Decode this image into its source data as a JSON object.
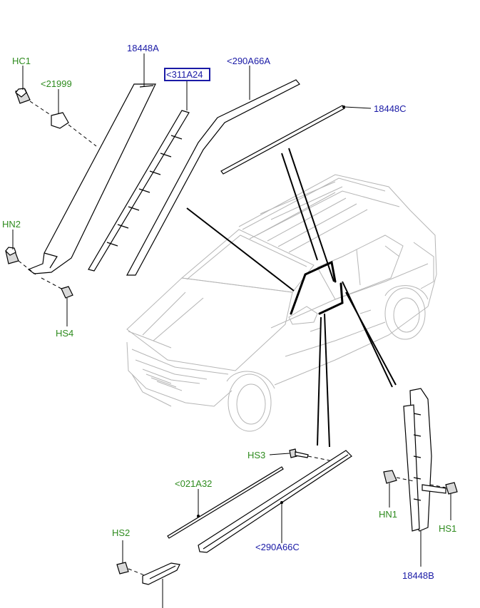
{
  "labels": {
    "hc1": "HC1",
    "c21999": "<21999",
    "p18448a": "18448A",
    "p311a24": "<311A24",
    "p290a66a": "<290A66A",
    "p18448c": "18448C",
    "hn2": "HN2",
    "hs4": "HS4",
    "hs3": "HS3",
    "p021a32": "<021A32",
    "hs2": "HS2",
    "p290a66c": "<290A66C",
    "hn1": "HN1",
    "hs1": "HS1",
    "p18448b": "18448B"
  },
  "highlighted_part": "<311A24",
  "colors": {
    "part_number": "#1a1aa6",
    "fixing": "#2e8b1e",
    "highlight_box": "#1a1aa6"
  }
}
